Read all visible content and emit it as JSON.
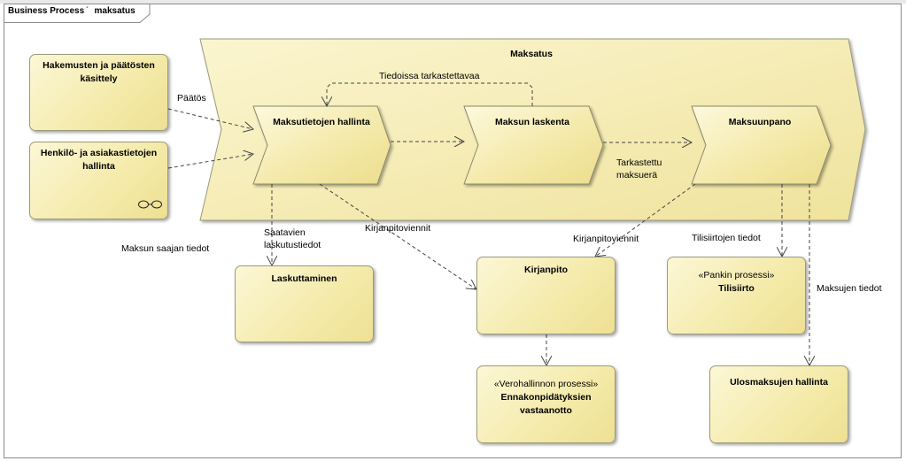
{
  "frame": {
    "kind": "Business Process",
    "name": "maksatus"
  },
  "lane": {
    "title": "Maksatus"
  },
  "left_boxes": [
    {
      "title": "Hakemusten ja päätösten käsittely"
    },
    {
      "title": "Henkilö- ja asiakastietojen hallinta",
      "icon": "two-circles-icon"
    }
  ],
  "process_steps": [
    {
      "title": "Maksutietojen hallinta"
    },
    {
      "title": "Maksun laskenta"
    },
    {
      "title": "Maksuunpano"
    }
  ],
  "bottom_boxes": {
    "laskuttaminen": {
      "title": "Laskuttaminen"
    },
    "kirjanpito": {
      "title": "Kirjanpito"
    },
    "tilisiirto": {
      "stereotype": "«Pankin prosessi»",
      "title": "Tilisiirto"
    },
    "ennakonpidatys": {
      "stereotype": "«Verohallinnon prosessi»",
      "title": "Ennakonpidätyksien vastaanotto"
    },
    "ulosmaksut": {
      "title": "Ulosmaksujen hallinta"
    }
  },
  "flow_labels": {
    "paatos": "Päätös",
    "tiedoissa": "Tiedoissa tarkastettavaa",
    "tarkastettu": "Tarkastettu maksuerä",
    "maksun_saajan": "Maksun saajan tiedot",
    "saatavien": "Saatavien laskutustiedot",
    "kirjanpitoviennit_1": "Kirjanpitoviennit",
    "kirjanpitoviennit_2": "Kirjanpitoviennit",
    "tilisiirtojen": "Tilisiirtojen tiedot",
    "maksujen": "Maksujen tiedot"
  },
  "colors": {
    "fill_light": "#fcf7d6",
    "fill_dark": "#eee093",
    "border": "#9a9a7a",
    "connector": "#444444"
  }
}
